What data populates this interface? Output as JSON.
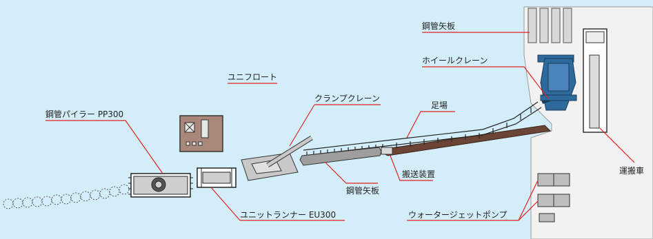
{
  "colors": {
    "water": "#d4eef9",
    "land": "#f2f2f2",
    "leader": "#e02020",
    "pipe_brown": "#6b4436",
    "crane_blue": "#2e6a9c",
    "machine_gray": "#bdbdbd",
    "outline": "#222222"
  },
  "labels": {
    "steel_pipe_pile_top": "鋼管矢板",
    "wheel_crane": "ホイールクレーン",
    "unifloat": "ユニフロート",
    "clamp_crane": "クランプクレーン",
    "scaffold": "足場",
    "piler": "鋼管パイラー PP300",
    "transport_device": "搬送装置",
    "steel_pipe_pile_mid": "鋼管矢板",
    "transport_vehicle": "運搬車",
    "water_jet_pump": "ウォータージェットポンプ",
    "unit_runner": "ユニットランナー EU300"
  }
}
